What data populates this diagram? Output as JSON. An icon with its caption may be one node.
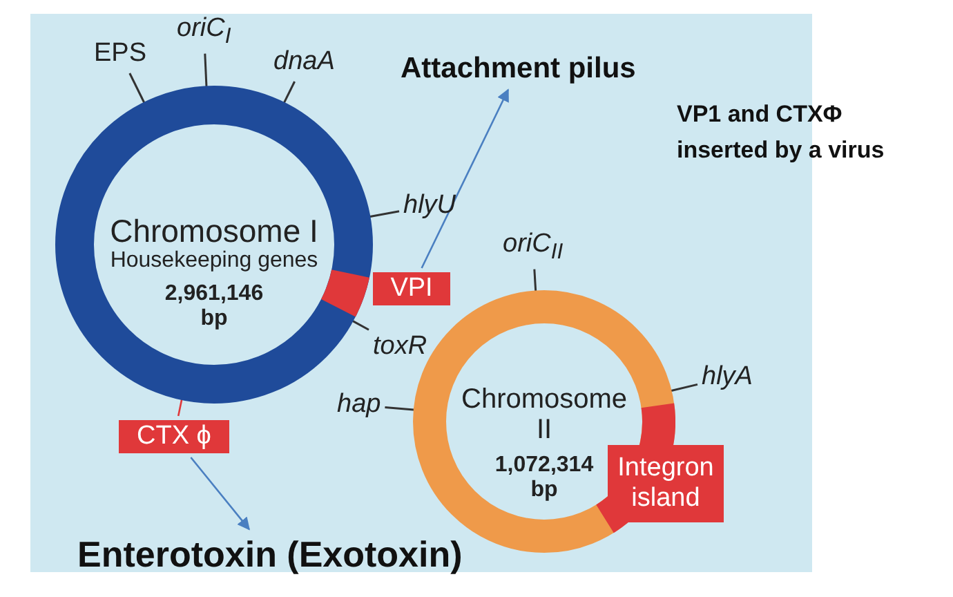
{
  "diagram": {
    "nodes": [
      {
        "text": [
          "EPS"
        ]
      },
      {
        "text": [
          "oriC$_{I}$"
        ]
      },
      {
        "text": [
          "dnaA"
        ]
      },
      {
        "text": [
          "Attachment pilus"
        ]
      },
      {
        "text": [
          "Chromosome I",
          "Housekeeping genes",
          "2,961,146 bp"
        ]
      },
      {
        "text": [
          "hlyU"
        ]
      },
      {
        "text": [
          "VPI"
        ]
      },
      {
        "text": [
          "toxR"
        ]
      },
      {
        "text": [
          "oriC$_{II}$"
        ]
      },
      {
        "text": [
          "Chromosome II",
          "1,072,314 bp"
        ]
      },
      {
        "text": [
          "hap"
        ]
      },
      {
        "text": [
          "hlyA"
        ]
      },
      {
        "text": [
          "CTX ϕ"
        ]
      },
      {
        "text": [
          "Integron island"
        ]
      },
      {
        "text": [
          "Enterotoxin (Exotoxin)"
        ]
      }
    ],
    "edges": [
      {
        "from": 0,
        "to": 4,
        "arrow": "none"
      },
      {
        "from": 1,
        "to": 4,
        "arrow": "none"
      },
      {
        "from": 2,
        "to": 4,
        "arrow": "none"
      },
      {
        "from": 5,
        "to": 4,
        "arrow": "none"
      },
      {
        "from": 7,
        "to": 4,
        "arrow": "none"
      },
      {
        "from": 6,
        "to": 3,
        "arrow": "to",
        "color": "#4a7fc1"
      },
      {
        "from": 8,
        "to": 9,
        "arrow": "none"
      },
      {
        "from": 10,
        "to": 9,
        "arrow": "none"
      },
      {
        "from": 11,
        "to": 9,
        "arrow": "none"
      },
      {
        "from": 12,
        "to": 4,
        "arrow": "none",
        "color": "#e0383a"
      },
      {
        "from": 12,
        "to": 14,
        "arrow": "to",
        "color": "#4a7fc1"
      }
    ],
    "labels": [
      "VP1 and CTXΦ inserted by a virus"
    ]
  }
}
